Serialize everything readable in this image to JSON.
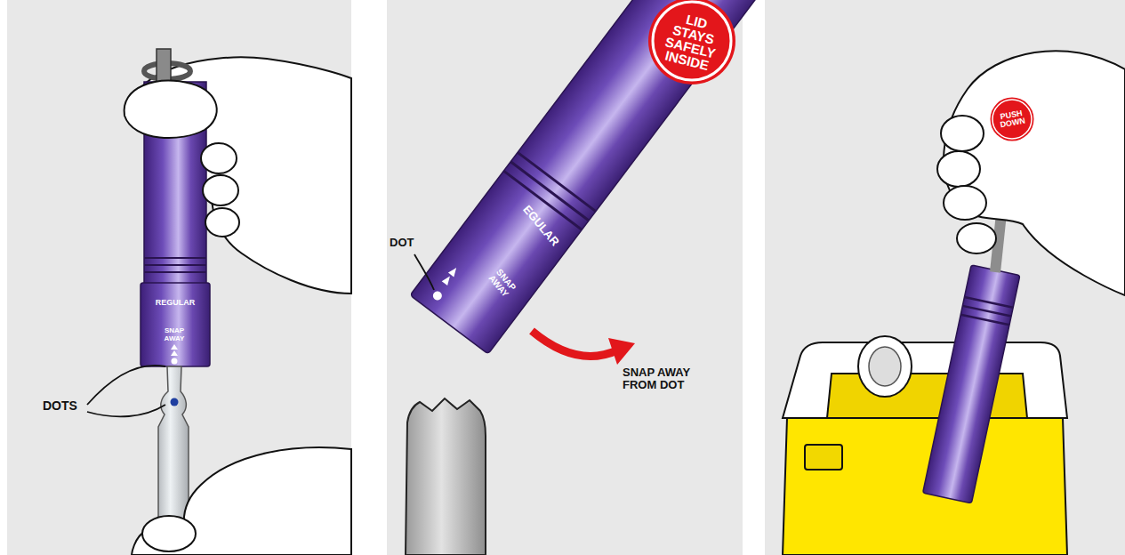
{
  "diagram": {
    "nodes": [
      {
        "text": [
          "LID STAYS SAFELY INSIDE"
        ]
      },
      {
        "text": [
          "PUSH DOWN"
        ]
      }
    ],
    "labels": [
      "DOTS",
      "REGULAR",
      "SNAP AWAY",
      "EGULAR",
      "SNAP AWAY",
      "DOT",
      "SNAP AWAY FROM DOT"
    ]
  }
}
